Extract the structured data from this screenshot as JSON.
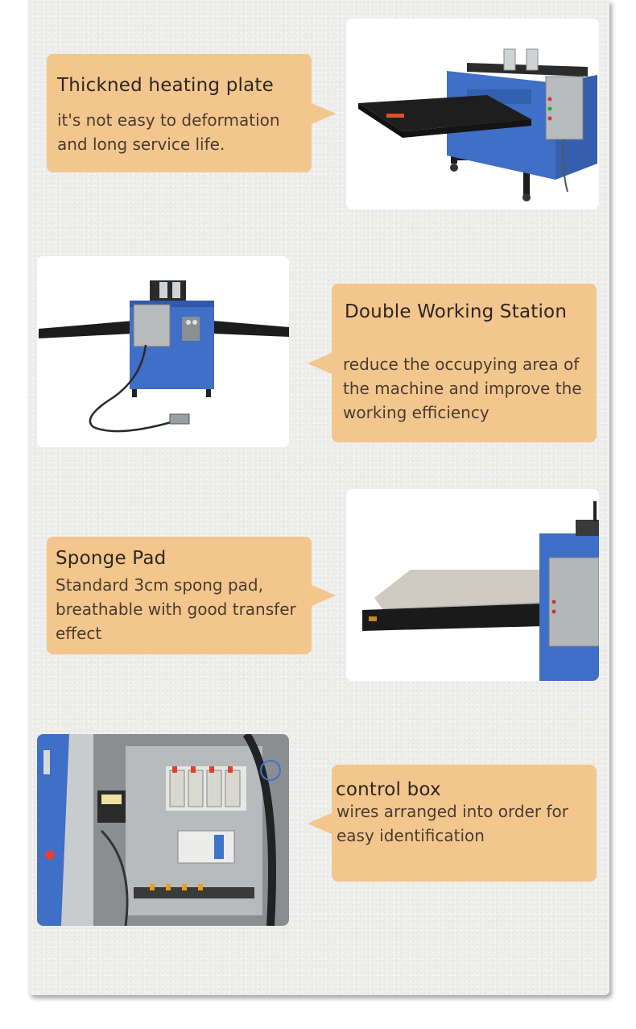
{
  "sections": [
    {
      "title": "Thickned heating plate",
      "body": "it's not easy to deformation\nand long service life."
    },
    {
      "title": "Double Working Station",
      "body": "reduce the occupying area of\nthe machine and  improve the\nworking efficiency"
    },
    {
      "title": "Sponge Pad",
      "body": "Standard 3cm spong pad,\nbreathable with good transfer\neffect"
    },
    {
      "title": "control box",
      "body": "wires arranged into order  for\neasy identification"
    }
  ],
  "photos": [
    {
      "subject": "heat-press-machine-angled"
    },
    {
      "subject": "heat-press-machine-front"
    },
    {
      "subject": "sponge-pad-platen-closeup"
    },
    {
      "subject": "control-box-wiring"
    }
  ],
  "colors": {
    "bubble": "#f3c68d",
    "machine_blue": "#3f6fc6",
    "panel_background": "#eeeeec"
  }
}
